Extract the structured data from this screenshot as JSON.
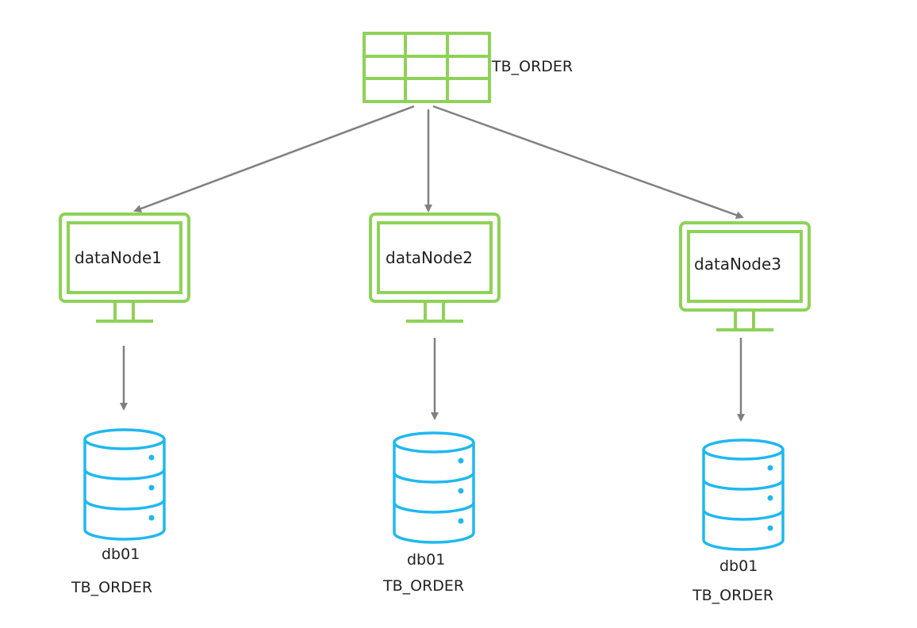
{
  "colors": {
    "green": "#8ed257",
    "blue": "#1fb8f0",
    "arrow": "#808080",
    "text": "#222222"
  },
  "table": {
    "icon": "table-icon",
    "label": "TB_ORDER"
  },
  "nodes": [
    {
      "label": "dataNode1",
      "icon": "monitor-icon",
      "db": {
        "icon": "database-icon",
        "name": "db01",
        "table": "TB_ORDER"
      }
    },
    {
      "label": "dataNode2",
      "icon": "monitor-icon",
      "db": {
        "icon": "database-icon",
        "name": "db01",
        "table": "TB_ORDER"
      }
    },
    {
      "label": "dataNode3",
      "icon": "monitor-icon",
      "db": {
        "icon": "database-icon",
        "name": "db01",
        "table": "TB_ORDER"
      }
    }
  ]
}
